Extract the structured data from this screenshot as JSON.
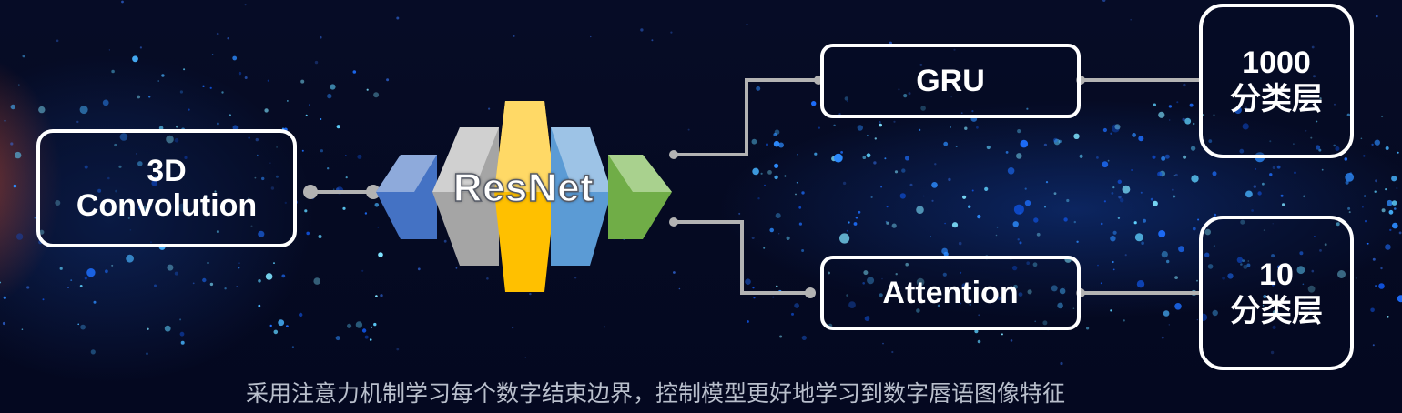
{
  "nodes": {
    "conv3d": {
      "line1": "3D",
      "line2": "Convolution"
    },
    "resnet": {
      "label": "ResNet"
    },
    "gru": {
      "label": "GRU"
    },
    "attention": {
      "label": "Attention"
    },
    "cls_1000": {
      "line1": "1000",
      "line2": "分类层"
    },
    "cls_10": {
      "line1": "10",
      "line2": "分类层"
    }
  },
  "caption": "采用注意力机制学习每个数字结束边界，控制模型更好地学习到数字唇语图像特征",
  "colors": {
    "background": "#050b24",
    "box_border": "#ffffff",
    "connector": "#b3b3b3",
    "resnet_blue_dark": "#4472c4",
    "resnet_gray": "#a5a5a5",
    "resnet_gold": "#ffc000",
    "resnet_blue_light": "#5b9bd5",
    "resnet_green": "#70ad47",
    "caption_text": "#b9bfcc"
  }
}
